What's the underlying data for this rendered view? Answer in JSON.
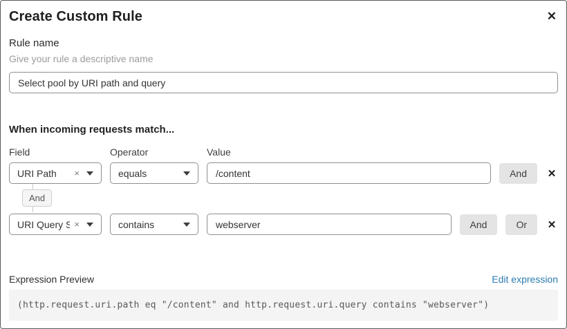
{
  "dialog": {
    "title": "Create Custom Rule"
  },
  "icons": {
    "close": "✕",
    "clear": "×",
    "delete": "✕"
  },
  "rule_name": {
    "label": "Rule name",
    "helper": "Give your rule a descriptive name",
    "value": "Select pool by URI path and query"
  },
  "match": {
    "heading": "When incoming requests match...",
    "columns": {
      "field": "Field",
      "operator": "Operator",
      "value": "Value"
    },
    "connector_label": "And",
    "rows": [
      {
        "field": "URI Path",
        "operator": "equals",
        "value": "/content",
        "buttons": [
          "And"
        ]
      },
      {
        "field": "URI Query St...",
        "operator": "contains",
        "value": "webserver",
        "buttons": [
          "And",
          "Or"
        ]
      }
    ]
  },
  "expression": {
    "label": "Expression Preview",
    "edit_link": "Edit expression",
    "code": "(http.request.uri.path eq \"/content\" and http.request.uri.query contains \"webserver\")"
  },
  "colors": {
    "link_blue": "#2c7cb0",
    "button_gray": "#e4e4e4",
    "code_background": "#f4f4f4",
    "border_gray": "#8f8f8f"
  }
}
